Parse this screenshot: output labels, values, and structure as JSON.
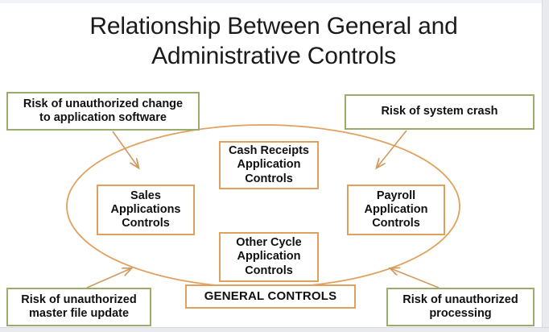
{
  "slide": {
    "title": "Relationship Between General and Administrative Controls",
    "title_line1": "Relationship Between General and",
    "title_line2": "Administrative Controls",
    "background": "#ffffff"
  },
  "colors": {
    "risk_border": "#9aab6e",
    "application_border": "#e0a15e",
    "ellipse_stroke": "#e0a15e",
    "connector_stroke": "#cf9a5e",
    "text": "#111111"
  },
  "diagram": {
    "type": "concept-diagram",
    "container": {
      "shape": "ellipse",
      "label": "general-controls-ellipse"
    },
    "risk_boxes": [
      {
        "id": "risk-unauthorized-change",
        "line1": "Risk of unauthorized change",
        "line2": "to application software",
        "text": "Risk of unauthorized change to application software",
        "position": "top-left"
      },
      {
        "id": "risk-system-crash",
        "line1": "Risk of system crash",
        "line2": "",
        "text": "Risk of system crash",
        "position": "top-right"
      },
      {
        "id": "risk-unauthorized-master-file-update",
        "line1": "Risk of unauthorized",
        "line2": "master file update",
        "text": "Risk of unauthorized master file update",
        "position": "bottom-left"
      },
      {
        "id": "risk-unauthorized-processing",
        "line1": "Risk of unauthorized",
        "line2": "processing",
        "text": "Risk of unauthorized processing",
        "position": "bottom-right"
      }
    ],
    "application_boxes": [
      {
        "id": "cash-receipts-application-controls",
        "line1": "Cash Receipts",
        "line2": "Application",
        "line3": "Controls",
        "text": "Cash Receipts Application Controls"
      },
      {
        "id": "sales-applications-controls",
        "line1": "Sales",
        "line2": "Applications",
        "line3": "Controls",
        "text": "Sales Applications Controls"
      },
      {
        "id": "payroll-application-controls",
        "line1": "Payroll",
        "line2": "Application",
        "line3": "Controls",
        "text": "Payroll Application Controls"
      },
      {
        "id": "other-cycle-application-controls",
        "line1": "Other Cycle",
        "line2": "Application",
        "line3": "Controls",
        "text": "Other Cycle Application Controls"
      }
    ],
    "general_controls_label": "GENERAL CONTROLS",
    "connectors": [
      {
        "from": "risk-unauthorized-change",
        "to": "general-controls-ellipse",
        "arrow": "to-ellipse"
      },
      {
        "from": "risk-system-crash",
        "to": "general-controls-ellipse",
        "arrow": "to-ellipse"
      },
      {
        "from": "risk-unauthorized-master-file-update",
        "to": "general-controls-ellipse",
        "arrow": "to-ellipse"
      },
      {
        "from": "risk-unauthorized-processing",
        "to": "general-controls-ellipse",
        "arrow": "to-ellipse"
      }
    ]
  }
}
